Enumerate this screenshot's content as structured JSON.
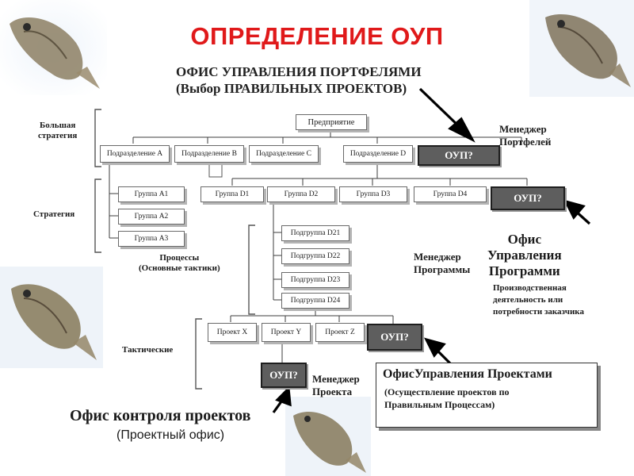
{
  "title": "ОПРЕДЕЛЕНИЕ ОУП",
  "heading": {
    "line1": "ОФИС УПРАВЛЕНИЯ ПОРТФЕЛЯМИ",
    "line2": "(Выбор ПРАВИЛЬНЫХ ПРОЕКТОВ)"
  },
  "levels": {
    "strategy_big": [
      "Большая",
      "стратегия"
    ],
    "strategy": "Стратегия",
    "processes": [
      "Процессы",
      "(Основные тактики)"
    ],
    "tactical": "Тактические"
  },
  "enterprise": "Предприятие",
  "divisions": [
    "Подразделение A",
    "Подразделение B",
    "Подразделение C",
    "Подразделение D"
  ],
  "groups_a": [
    "Группа A1",
    "Группа A2",
    "Группа A3"
  ],
  "groups_d": [
    "Группа D1",
    "Группа D2",
    "Группа D3",
    "Группа D4"
  ],
  "subgroups": [
    "Подгруппа D21",
    "Подгруппа D22",
    "Подгруппа D23",
    "Подгруппа D24"
  ],
  "projects": [
    "Проект X",
    "Проект Y",
    "Проект Z"
  ],
  "oup_label": "ОУП?",
  "managers": {
    "portfolio": [
      "Менеджер",
      "Портфелей"
    ],
    "program": [
      "Менеджер",
      "Программы"
    ],
    "project": [
      "Менеджер",
      "Проекта"
    ]
  },
  "program_office": {
    "title": [
      "Офис",
      "Управления",
      "Программи"
    ],
    "desc": [
      "Производственная",
      "деятельность или",
      "потребности заказчика"
    ]
  },
  "project_office_mgmt": {
    "title": "ОфисУправления Проектами",
    "desc": [
      "(Осуществление проектов по",
      "Правильным Процессам)"
    ]
  },
  "control_office": {
    "title": "Офис контроля проектов",
    "subtitle": "(Проектный офис)"
  },
  "colors": {
    "title": "#e0191a",
    "oup_fill": "#5e5e5e",
    "border": "#6a6a6a"
  }
}
